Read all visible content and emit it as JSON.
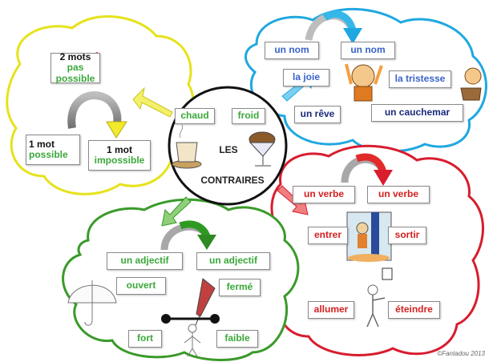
{
  "center": {
    "line1": "LES",
    "line2": "CONTRAIRES"
  },
  "center_boxes": {
    "left": "chaud",
    "right": "froid"
  },
  "yellow": {
    "top_count": "2 mots",
    "top_word": "pas possible",
    "left_count": "1 mot",
    "left_word": "possible",
    "right_count": "1 mot",
    "right_word": "impossible"
  },
  "blue": {
    "nom_left": "un nom",
    "nom_right": "un nom",
    "joie": "la joie",
    "tristesse": "la tristesse",
    "reve": "un rêve",
    "cauchemar": "un cauchemar"
  },
  "red": {
    "verbe_left": "un verbe",
    "verbe_right": "un verbe",
    "entrer": "entrer",
    "sortir": "sortir",
    "allumer": "allumer",
    "eteindre": "éteindre"
  },
  "green": {
    "adj_left": "un adjectif",
    "adj_right": "un adjectif",
    "ouvert": "ouvert",
    "ferme": "fermé",
    "fort": "fort",
    "faible": "faible"
  },
  "copyright": "©Fantadou 2013",
  "colors": {
    "yellow": "#e6e21c",
    "blue": "#1fa8e0",
    "red": "#d81d2e",
    "green": "#3a9a2a"
  }
}
